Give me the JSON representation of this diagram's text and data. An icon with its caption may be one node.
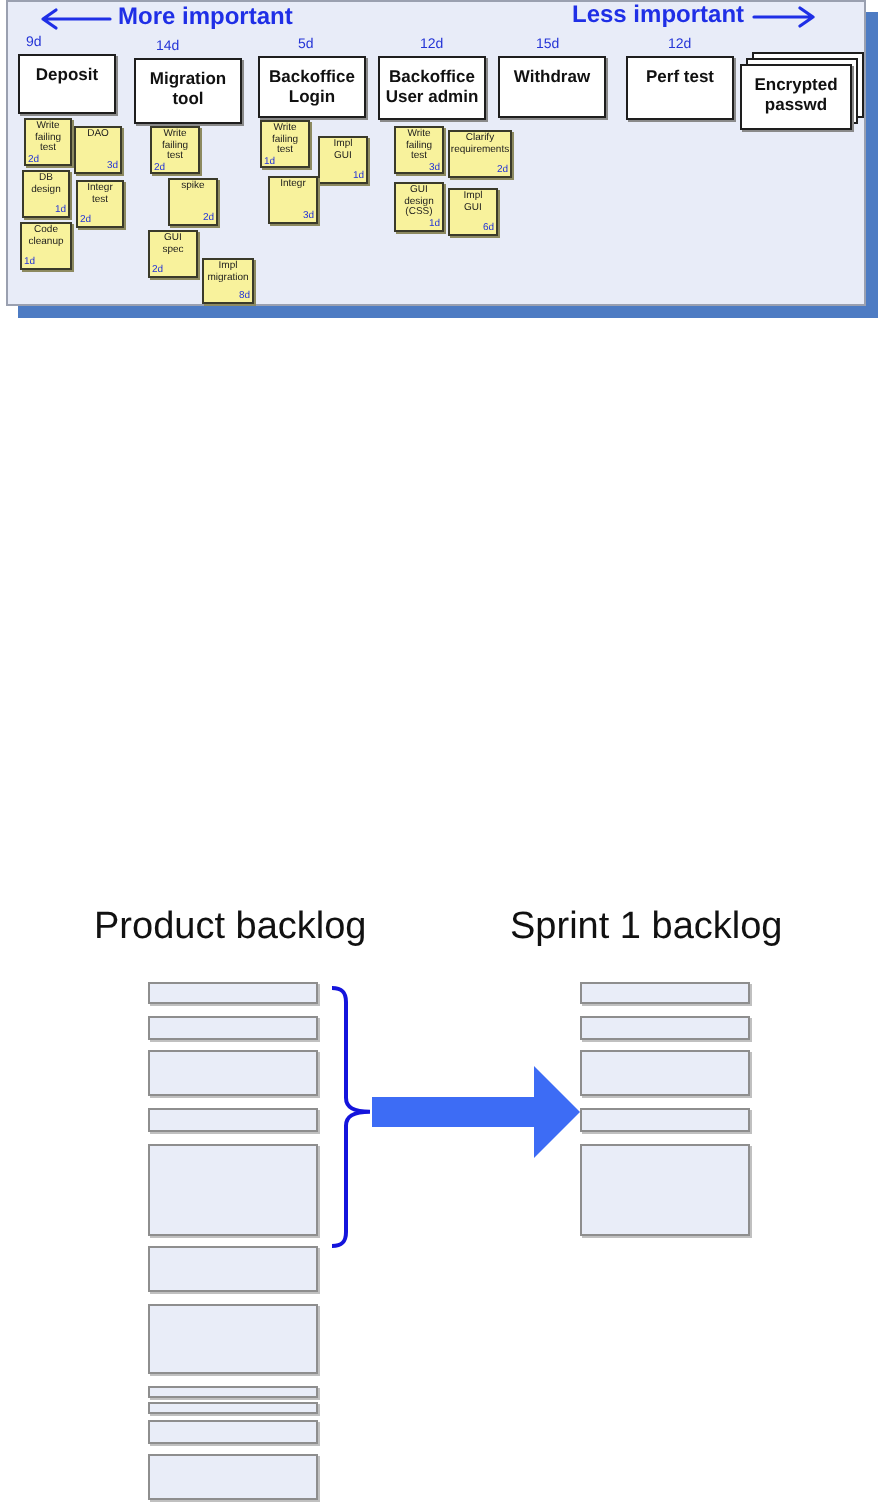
{
  "diagram": {
    "nodes": [
      {
        "text": [
          "Deposit"
        ],
        "beside": [
          "9d"
        ]
      },
      {
        "text": [
          "Write failing test",
          "2d"
        ]
      },
      {
        "text": [
          "DAO",
          "3d"
        ]
      },
      {
        "text": [
          "DB design",
          "1d"
        ]
      },
      {
        "text": [
          "Integr test",
          "2d"
        ]
      },
      {
        "text": [
          "Code cleanup",
          "1d"
        ]
      },
      {
        "text": [
          "Migration tool"
        ],
        "beside": [
          "14d"
        ]
      },
      {
        "text": [
          "Write failing test",
          "2d"
        ]
      },
      {
        "text": [
          "spike",
          "2d"
        ]
      },
      {
        "text": [
          "GUI spec",
          "2d"
        ]
      },
      {
        "text": [
          "Impl migration",
          "8d"
        ]
      },
      {
        "text": [
          "Backoffice Login"
        ],
        "beside": [
          "5d"
        ]
      },
      {
        "text": [
          "Write failing test",
          "1d"
        ]
      },
      {
        "text": [
          "Impl GUI",
          "1d"
        ]
      },
      {
        "text": [
          "Integr",
          "3d"
        ]
      },
      {
        "text": [
          "Backoffice User admin"
        ],
        "beside": [
          "12d"
        ]
      },
      {
        "text": [
          "Write failing test",
          "3d"
        ]
      },
      {
        "text": [
          "Clarify requirements",
          "2d"
        ]
      },
      {
        "text": [
          "GUI design (CSS)",
          "1d"
        ]
      },
      {
        "text": [
          "Impl GUI",
          "6d"
        ]
      },
      {
        "text": [
          "Withdraw"
        ],
        "beside": [
          "15d"
        ]
      },
      {
        "text": [
          "Perf test"
        ],
        "beside": [
          "12d"
        ]
      },
      {
        "text": [
          "Encrypted passwd"
        ]
      },
      {
        "text": [],
        "shape": "box"
      },
      {
        "text": [],
        "shape": "box"
      },
      {
        "text": [],
        "shape": "box"
      },
      {
        "text": [],
        "shape": "box"
      },
      {
        "text": [],
        "shape": "box"
      },
      {
        "text": [],
        "shape": "box"
      },
      {
        "text": [],
        "shape": "box"
      },
      {
        "text": [],
        "shape": "box"
      },
      {
        "text": [],
        "shape": "box"
      },
      {
        "text": [],
        "shape": "box"
      },
      {
        "text": [],
        "shape": "box"
      },
      {
        "text": [],
        "shape": "brace"
      },
      {
        "text": [],
        "shape": "box"
      },
      {
        "text": [],
        "shape": "box"
      },
      {
        "text": [],
        "shape": "box"
      },
      {
        "text": [],
        "shape": "box"
      },
      {
        "text": [],
        "shape": "box"
      }
    ],
    "edges": [
      {
        "from": 34,
        "to": 38,
        "arrow": "to",
        "style": "thick"
      }
    ],
    "labels": [
      "More important",
      "Less important",
      "Product backlog",
      "Sprint 1 backlog"
    ]
  }
}
